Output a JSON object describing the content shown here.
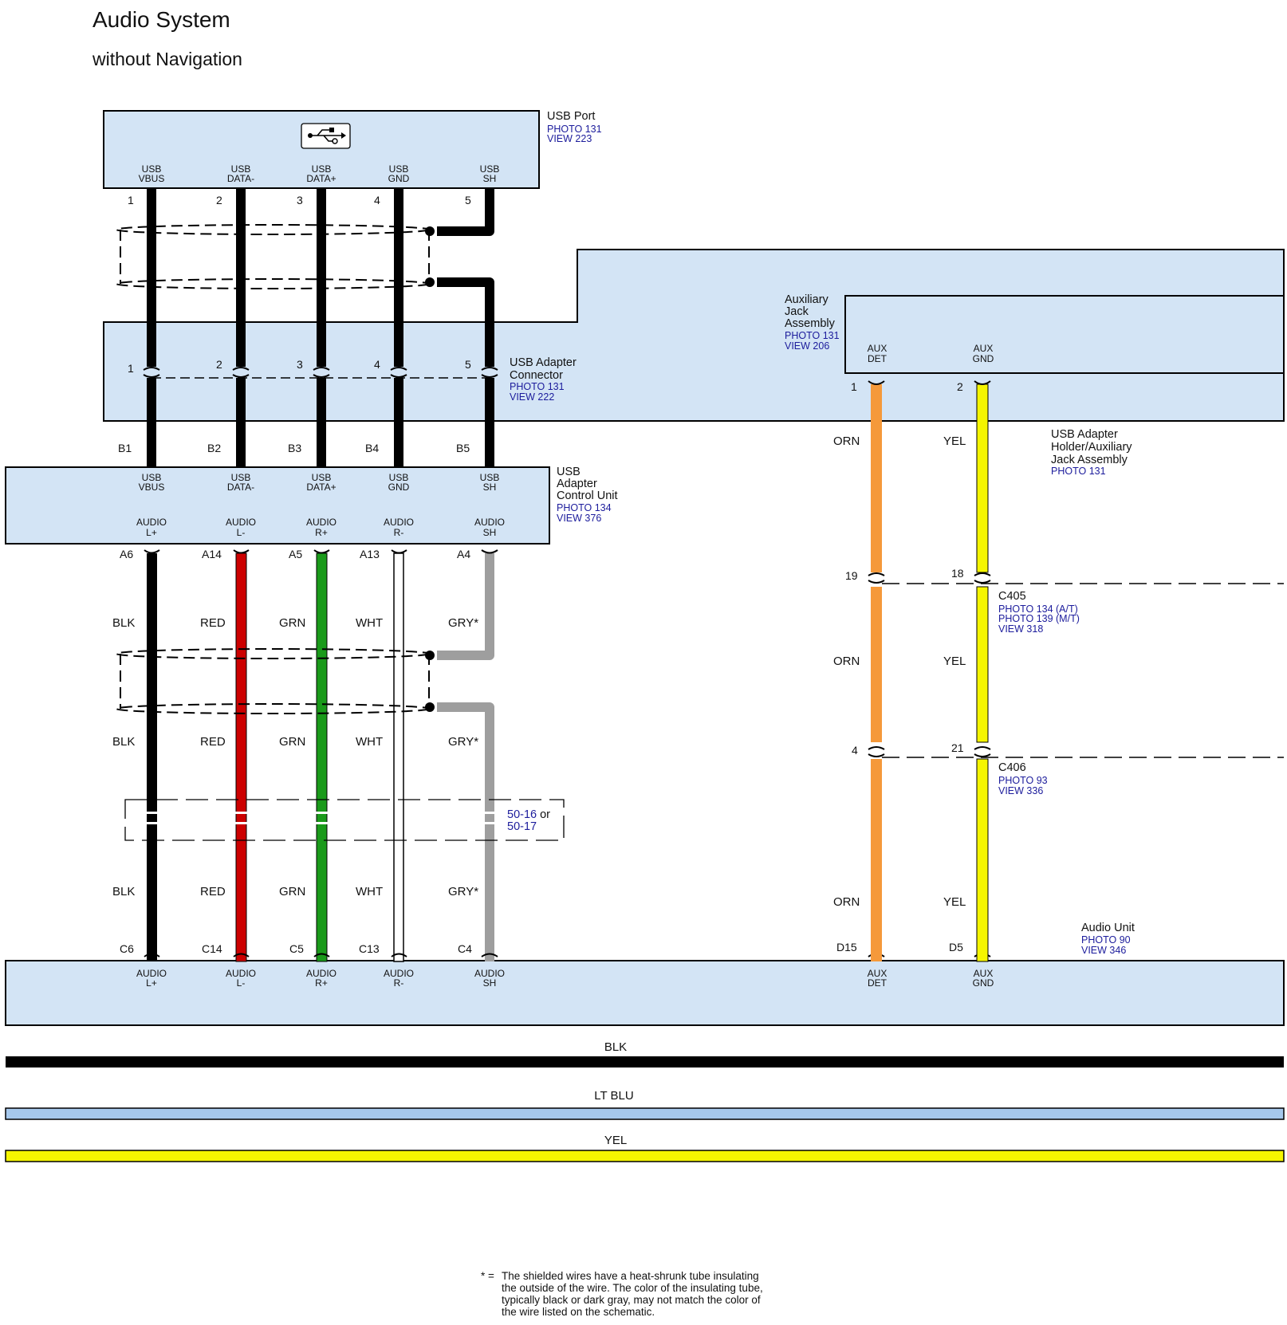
{
  "title": "Audio System",
  "subtitle": "without Navigation",
  "components": {
    "usb_port": {
      "name": "USB Port",
      "refs": [
        "PHOTO 131",
        "VIEW 223"
      ],
      "pins": [
        {
          "num": "1",
          "l1": "USB",
          "l2": "VBUS"
        },
        {
          "num": "2",
          "l1": "USB",
          "l2": "DATA-"
        },
        {
          "num": "3",
          "l1": "USB",
          "l2": "DATA+"
        },
        {
          "num": "4",
          "l1": "USB",
          "l2": "GND"
        },
        {
          "num": "5",
          "l1": "USB",
          "l2": "SH"
        }
      ]
    },
    "usb_adapter_connector": {
      "name1": "USB Adapter",
      "name2": "Connector",
      "refs": [
        "PHOTO 131",
        "VIEW 222"
      ],
      "pins": [
        "1",
        "2",
        "3",
        "4",
        "5"
      ]
    },
    "aux_jack": {
      "name1": "Auxiliary",
      "name2": "Jack",
      "name3": "Assembly",
      "refs": [
        "PHOTO 131",
        "VIEW 206"
      ],
      "pins": [
        {
          "num": "1",
          "l1": "AUX",
          "l2": "DET"
        },
        {
          "num": "2",
          "l1": "AUX",
          "l2": "GND"
        }
      ]
    },
    "holder": {
      "name1": "USB Adapter",
      "name2": "Holder/Auxiliary",
      "name3": "Jack Assembly",
      "refs": [
        "PHOTO 131"
      ]
    },
    "usb_control_unit": {
      "name1": "USB",
      "name2": "Adapter",
      "name3": "Control Unit",
      "refs": [
        "PHOTO 134",
        "VIEW 376"
      ],
      "top_pins": [
        {
          "num": "B1",
          "l1": "USB",
          "l2": "VBUS"
        },
        {
          "num": "B2",
          "l1": "USB",
          "l2": "DATA-"
        },
        {
          "num": "B3",
          "l1": "USB",
          "l2": "DATA+"
        },
        {
          "num": "B4",
          "l1": "USB",
          "l2": "GND"
        },
        {
          "num": "B5",
          "l1": "USB",
          "l2": "SH"
        }
      ],
      "bottom_pins": [
        {
          "num": "A6",
          "l1": "AUDIO",
          "l2": "L+"
        },
        {
          "num": "A14",
          "l1": "AUDIO",
          "l2": "L-"
        },
        {
          "num": "A5",
          "l1": "AUDIO",
          "l2": "R+"
        },
        {
          "num": "A13",
          "l1": "AUDIO",
          "l2": "R-"
        },
        {
          "num": "A4",
          "l1": "AUDIO",
          "l2": "SH"
        }
      ]
    },
    "c405": {
      "name": "C405",
      "refs": [
        "PHOTO 134 (A/T)",
        "PHOTO 139 (M/T)",
        "VIEW 318"
      ],
      "pins": [
        "19",
        "18"
      ]
    },
    "c406": {
      "name": "C406",
      "refs": [
        "PHOTO 93",
        "VIEW 336"
      ],
      "pins": [
        "4",
        "21"
      ]
    },
    "inline_ref": {
      "line1": "50-16",
      "line1_suffix": " or",
      "line2": "50-17"
    },
    "audio_unit": {
      "name": "Audio Unit",
      "refs": [
        "PHOTO 90",
        "VIEW 346"
      ],
      "pins": [
        {
          "num": "C6",
          "l1": "AUDIO",
          "l2": "L+"
        },
        {
          "num": "C14",
          "l1": "AUDIO",
          "l2": "L-"
        },
        {
          "num": "C5",
          "l1": "AUDIO",
          "l2": "R+"
        },
        {
          "num": "C13",
          "l1": "AUDIO",
          "l2": "R-"
        },
        {
          "num": "C4",
          "l1": "AUDIO",
          "l2": "SH"
        },
        {
          "num": "D15",
          "l1": "AUX",
          "l2": "DET"
        },
        {
          "num": "D5",
          "l1": "AUX",
          "l2": "GND"
        }
      ]
    }
  },
  "wire_colors": {
    "audio": [
      "BLK",
      "RED",
      "GRN",
      "WHT",
      "GRY*"
    ],
    "aux": [
      "ORN",
      "YEL"
    ]
  },
  "colors": {
    "box_fill": "#d3e4f5",
    "BLK": "#000000",
    "RED": "#cc0000",
    "GRN": "#1a9a1a",
    "WHT": "#ffffff",
    "GRY": "#9e9e9e",
    "ORN": "#f5993a",
    "YEL": "#f5f500",
    "LT BLU": "#a6c8ec"
  },
  "legend": [
    "BLK",
    "LT BLU",
    "YEL"
  ],
  "footnote": {
    "mark": "* =",
    "lines": [
      "The shielded wires have a heat-shrunk tube insulating",
      "the outside of the wire. The color of the insulating tube,",
      "typically black or dark gray, may not match the color of",
      "the wire listed on the schematic."
    ]
  }
}
